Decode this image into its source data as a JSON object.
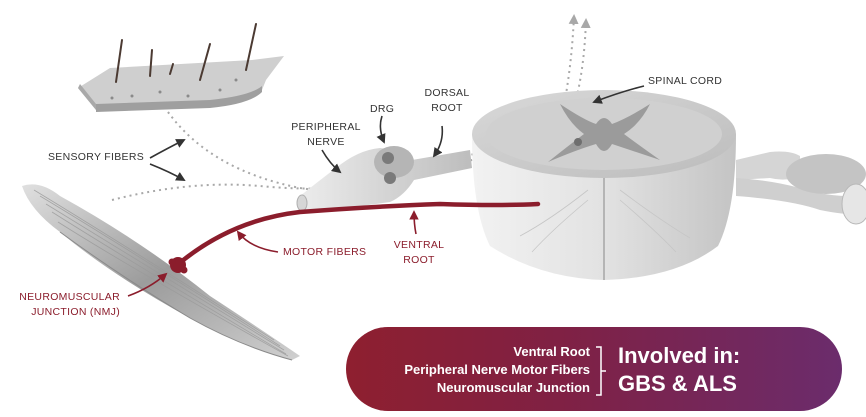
{
  "labels": {
    "sensory_fibers": "SENSORY FIBERS",
    "peripheral_nerve": [
      "PERIPHERAL",
      "NERVE"
    ],
    "drg": "DRG",
    "dorsal_root": [
      "DORSAL",
      "ROOT"
    ],
    "spinal_cord": "SPINAL CORD",
    "motor_fibers": "MOTOR FIBERS",
    "ventral_root": [
      "VENTRAL",
      "ROOT"
    ],
    "nmj": [
      "NEUROMUSCULAR",
      "JUNCTION (NMJ)"
    ]
  },
  "banner": {
    "items": [
      "Ventral Root",
      "Peripheral Nerve Motor Fibers",
      "Neuromuscular Junction"
    ],
    "heading": [
      "Involved in:",
      "GBS & ALS"
    ]
  },
  "colors": {
    "motor_fiber": "#8b1d2c",
    "banner_start": "#8e1f2f",
    "banner_end": "#6b2c6c",
    "tissue": "#c9c9c9",
    "label_text": "#333333"
  }
}
